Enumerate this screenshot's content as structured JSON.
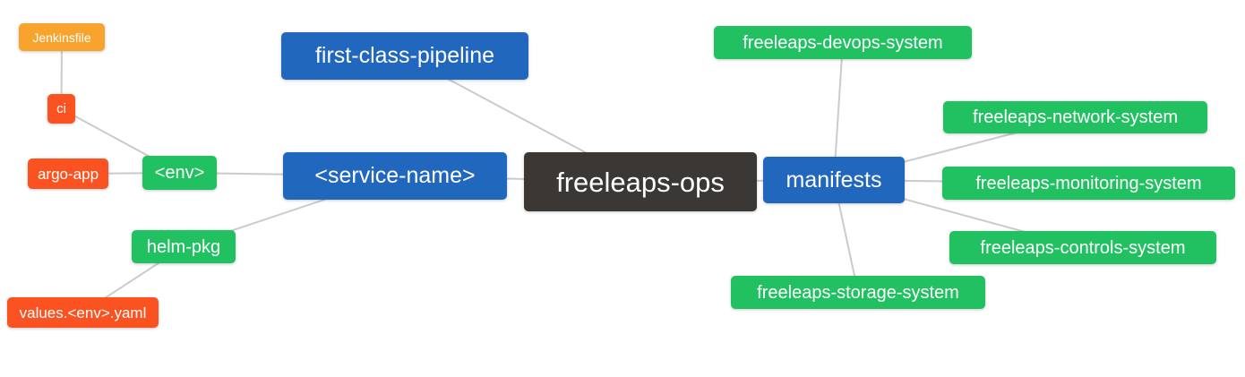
{
  "diagram": {
    "type": "mindmap",
    "root_label": "freeleaps-ops",
    "palette": {
      "orange": "#F9A32F",
      "red": "#FA5221",
      "green": "#21C161",
      "blue": "#2167BE",
      "dark": "#3B3734",
      "edge": "#CBCBCB",
      "text": "#FFFFFF",
      "background": "#FFFFFF"
    },
    "nodes": [
      {
        "id": "jenkinsfile",
        "label": "Jenkinsfile",
        "color": "orange"
      },
      {
        "id": "ci",
        "label": "ci",
        "color": "red"
      },
      {
        "id": "argo-app",
        "label": "argo-app",
        "color": "red"
      },
      {
        "id": "env",
        "label": "<env>",
        "color": "green"
      },
      {
        "id": "helm-pkg",
        "label": "helm-pkg",
        "color": "green"
      },
      {
        "id": "values-env-yaml",
        "label": "values.<env>.yaml",
        "color": "red"
      },
      {
        "id": "first-class-pipeline",
        "label": "first-class-pipeline",
        "color": "blue"
      },
      {
        "id": "service-name",
        "label": "<service-name>",
        "color": "blue"
      },
      {
        "id": "freeleaps-ops",
        "label": "freeleaps-ops",
        "color": "dark"
      },
      {
        "id": "manifests",
        "label": "manifests",
        "color": "blue"
      },
      {
        "id": "freeleaps-devops-system",
        "label": "freeleaps-devops-system",
        "color": "green"
      },
      {
        "id": "freeleaps-network-system",
        "label": "freeleaps-network-system",
        "color": "green"
      },
      {
        "id": "freeleaps-monitoring-system",
        "label": "freeleaps-monitoring-system",
        "color": "green"
      },
      {
        "id": "freeleaps-controls-system",
        "label": "freeleaps-controls-system",
        "color": "green"
      },
      {
        "id": "freeleaps-storage-system",
        "label": "freeleaps-storage-system",
        "color": "green"
      }
    ],
    "edges": [
      [
        "jenkinsfile",
        "ci"
      ],
      [
        "ci",
        "env"
      ],
      [
        "argo-app",
        "env"
      ],
      [
        "env",
        "service-name"
      ],
      [
        "helm-pkg",
        "service-name"
      ],
      [
        "values-env-yaml",
        "helm-pkg"
      ],
      [
        "first-class-pipeline",
        "freeleaps-ops"
      ],
      [
        "service-name",
        "freeleaps-ops"
      ],
      [
        "freeleaps-ops",
        "manifests"
      ],
      [
        "manifests",
        "freeleaps-devops-system"
      ],
      [
        "manifests",
        "freeleaps-network-system"
      ],
      [
        "manifests",
        "freeleaps-monitoring-system"
      ],
      [
        "manifests",
        "freeleaps-controls-system"
      ],
      [
        "manifests",
        "freeleaps-storage-system"
      ]
    ]
  }
}
